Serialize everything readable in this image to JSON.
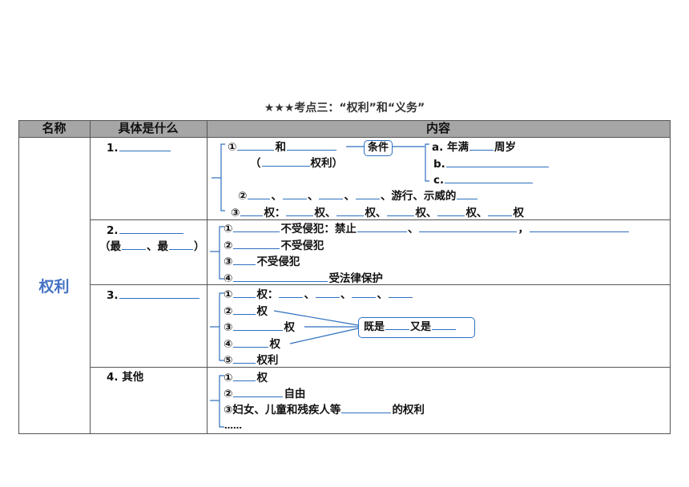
{
  "title": "★★★考点三：“权利”和“义务”",
  "header": {
    "col1": "名称",
    "col2": "具体是什么",
    "col3": "内容"
  },
  "left_label": "权利",
  "row1": {
    "num": "1.",
    "item1_a": "①",
    "item1_b": "和",
    "item1_c": "（",
    "item1_d": "权利）",
    "cond": "条件",
    "cond_a_pre": "a. 年满",
    "cond_a_post": "周岁",
    "cond_b": "b.",
    "cond_c": "c.",
    "item2_a": "②",
    "sep": "、",
    "item2_end": "、游行、示威的",
    "item3_a": "③",
    "item3_b": "权：",
    "quan": "权",
    "quan_sep": "权、"
  },
  "row2": {
    "num": "2.",
    "sub_a": "（最",
    "sub_b": "、最",
    "sub_c": "）",
    "l1_a": "①",
    "l1_b": "不受侵犯：禁止",
    "l1_sep1": "、",
    "l1_sep2": "，",
    "l2_a": "②",
    "l2_b": "不受侵犯",
    "l3_a": "③",
    "l3_b": "不受侵犯",
    "l4_a": "④",
    "l4_b": "受法律保护"
  },
  "row3": {
    "num": "3.",
    "l1_a": "①",
    "l1_b": "权：",
    "l1_sep": "、",
    "l2_a": "②",
    "l2_b": "权",
    "l3_a": "③",
    "l3_b": "权",
    "l4_a": "④",
    "l4_b": "权",
    "l5_a": "⑤",
    "l5_b": "权利",
    "box_a": "既是",
    "box_b": "又是"
  },
  "row4": {
    "num": "4. 其他",
    "l1_a": "①",
    "l1_b": "权",
    "l2_a": "②",
    "l2_b": "自由",
    "l3_a": "③妇女、儿童和残疾人等",
    "l3_b": "的权利",
    "l4": "……"
  },
  "colors": {
    "header_bg": "#a6a6a6",
    "accent": "#4472c4",
    "line": "#2f6fbf"
  }
}
